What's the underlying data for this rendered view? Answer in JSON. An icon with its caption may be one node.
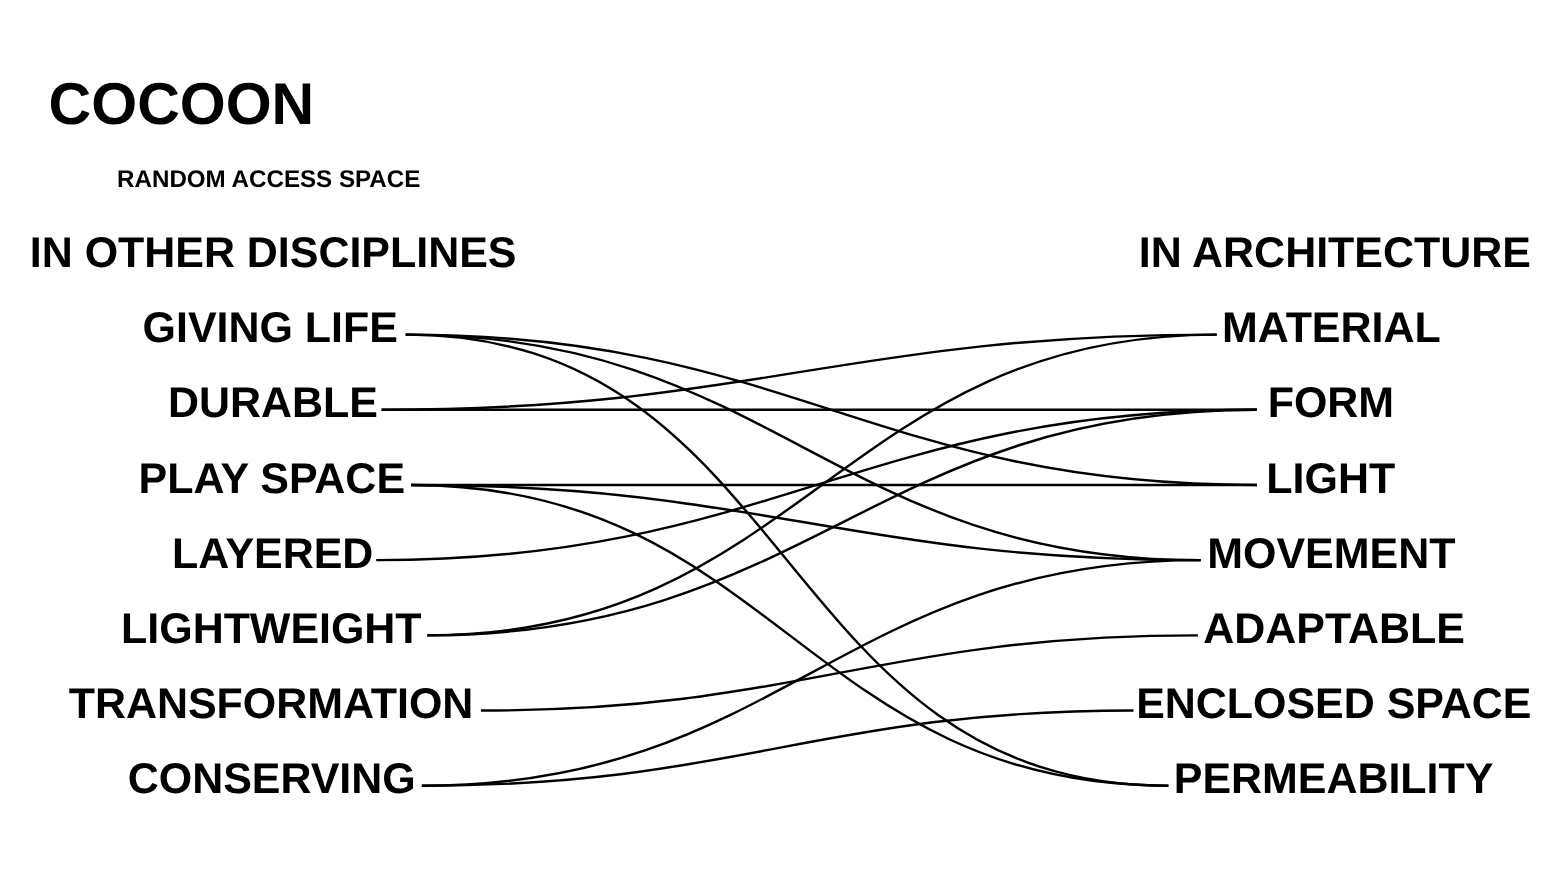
{
  "diagram": {
    "title": "COCOON",
    "nodes": [
      {
        "text": [
          "GIVING LIFE"
        ]
      },
      {
        "text": [
          "DURABLE"
        ]
      },
      {
        "text": [
          "PLAY SPACE"
        ]
      },
      {
        "text": [
          "LAYERED"
        ]
      },
      {
        "text": [
          "LIGHTWEIGHT"
        ]
      },
      {
        "text": [
          "TRANSFORMATION"
        ]
      },
      {
        "text": [
          "CONSERVING"
        ]
      },
      {
        "text": [
          "MATERIAL"
        ]
      },
      {
        "text": [
          "FORM"
        ]
      },
      {
        "text": [
          "LIGHT"
        ]
      },
      {
        "text": [
          "MOVEMENT"
        ]
      },
      {
        "text": [
          "ADAPTABLE"
        ]
      },
      {
        "text": [
          "ENCLOSED SPACE"
        ]
      },
      {
        "text": [
          "PERMEABILITY"
        ]
      }
    ],
    "edges": [
      {
        "from": 0,
        "to": 9,
        "arrow": "none"
      },
      {
        "from": 0,
        "to": 10,
        "arrow": "none"
      },
      {
        "from": 0,
        "to": 13,
        "arrow": "none"
      },
      {
        "from": 1,
        "to": 7,
        "arrow": "none"
      },
      {
        "from": 1,
        "to": 8,
        "arrow": "none"
      },
      {
        "from": 2,
        "to": 9,
        "arrow": "none"
      },
      {
        "from": 2,
        "to": 10,
        "arrow": "none"
      },
      {
        "from": 2,
        "to": 13,
        "arrow": "none"
      },
      {
        "from": 3,
        "to": 8,
        "arrow": "none"
      },
      {
        "from": 4,
        "to": 7,
        "arrow": "none"
      },
      {
        "from": 4,
        "to": 8,
        "arrow": "none"
      },
      {
        "from": 5,
        "to": 11,
        "arrow": "none"
      },
      {
        "from": 6,
        "to": 10,
        "arrow": "none"
      },
      {
        "from": 6,
        "to": 12,
        "arrow": "none"
      }
    ],
    "labels": [
      "RANDOM ACCESS SPACE",
      "IN OTHER DISCIPLINES",
      "IN ARCHITECTURE"
    ]
  }
}
